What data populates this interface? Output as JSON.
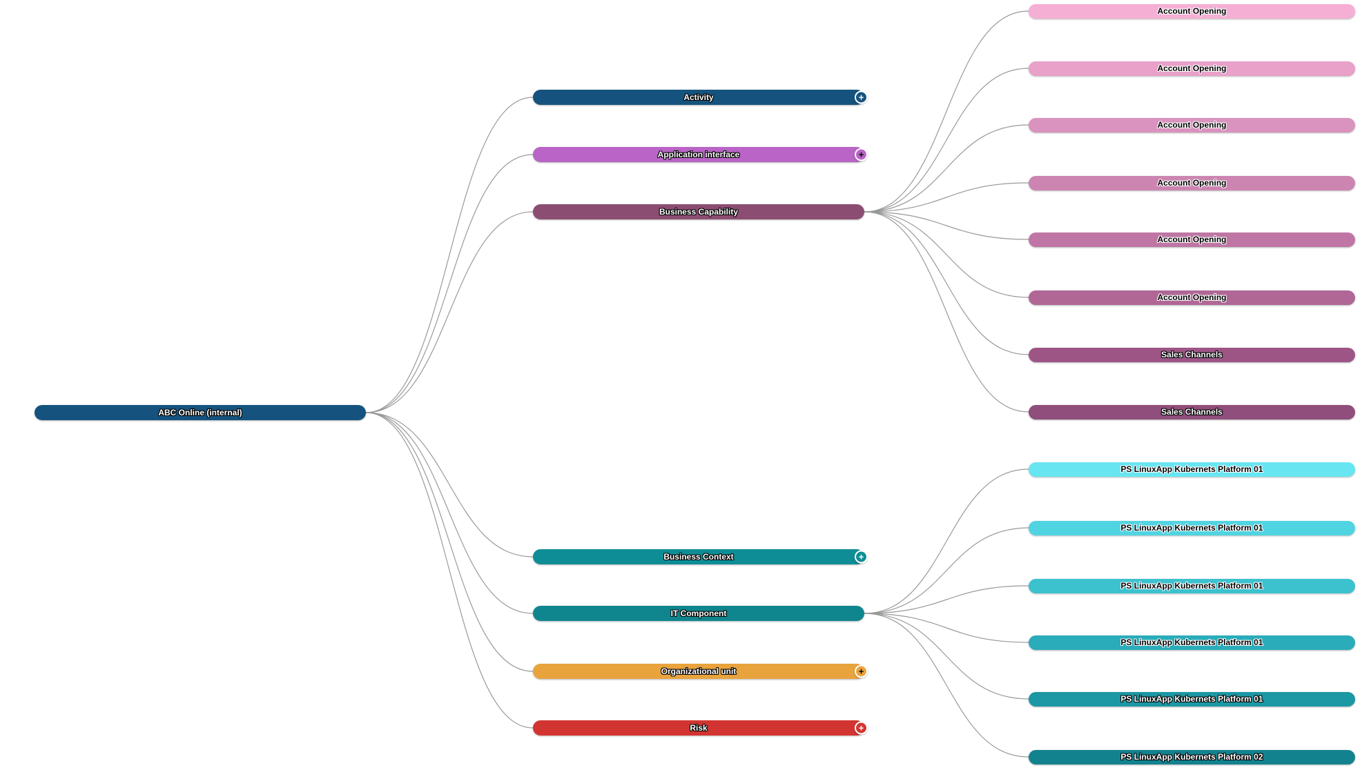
{
  "canvas": {
    "background": "#ffffff",
    "edge_color": "#999999",
    "plus_glyph": "+"
  },
  "diagram": {
    "root": {
      "id": "root",
      "label": "ABC Online (internal)",
      "color": "#15537E",
      "text_style": "light"
    },
    "categories": [
      {
        "id": "activity",
        "label": "Activity",
        "color": "#15537E",
        "text_style": "light",
        "state": "collapsed",
        "plus_color": "#ffffff"
      },
      {
        "id": "application-interface",
        "label": "Application interface",
        "color": "#B964C6",
        "text_style": "light",
        "state": "collapsed",
        "plus_color": "#000000"
      },
      {
        "id": "business-capability",
        "label": "Business Capability",
        "color": "#8C4D72",
        "text_style": "light",
        "state": "expanded"
      },
      {
        "id": "business-context",
        "label": "Business Context",
        "color": "#0E8D96",
        "text_style": "light",
        "state": "collapsed",
        "plus_color": "#ffffff"
      },
      {
        "id": "it-component",
        "label": "IT Component",
        "color": "#0F868E",
        "text_style": "light",
        "state": "expanded"
      },
      {
        "id": "organizational-unit",
        "label": "Organizational unit",
        "color": "#E9A33D",
        "text_style": "light",
        "state": "collapsed",
        "plus_color": "#000000"
      },
      {
        "id": "risk",
        "label": "Risk",
        "color": "#D23531",
        "text_style": "light",
        "state": "collapsed",
        "plus_color": "#ffffff"
      }
    ],
    "children": [
      {
        "label": "Account Opening",
        "color": "#F5AFD5",
        "text_style": "dark",
        "parent": "business-capability"
      },
      {
        "label": "Account Opening",
        "color": "#E9A0C9",
        "text_style": "dark",
        "parent": "business-capability"
      },
      {
        "label": "Account Opening",
        "color": "#D993BE",
        "text_style": "dark",
        "parent": "business-capability"
      },
      {
        "label": "Account Opening",
        "color": "#CC85B1",
        "text_style": "dark",
        "parent": "business-capability"
      },
      {
        "label": "Account Opening",
        "color": "#BF76A4",
        "text_style": "dark",
        "parent": "business-capability"
      },
      {
        "label": "Account Opening",
        "color": "#B06796",
        "text_style": "dark",
        "parent": "business-capability"
      },
      {
        "label": "Sales Channels",
        "color": "#9D5586",
        "text_style": "light",
        "parent": "business-capability"
      },
      {
        "label": "Sales Channels",
        "color": "#8F4E7B",
        "text_style": "light",
        "parent": "business-capability"
      },
      {
        "label": "PS LinuxApp Kubernets Platform 01",
        "color": "#67E6F2",
        "text_style": "dark",
        "parent": "it-component"
      },
      {
        "label": "PS LinuxApp Kubernets Platform 01",
        "color": "#50D4E1",
        "text_style": "dark",
        "parent": "it-component"
      },
      {
        "label": "PS LinuxApp Kubernets Platform 01",
        "color": "#3CC1CE",
        "text_style": "dark",
        "parent": "it-component"
      },
      {
        "label": "PS LinuxApp Kubernets Platform 01",
        "color": "#2AACBA",
        "text_style": "dark",
        "parent": "it-component"
      },
      {
        "label": "PS LinuxApp Kubernets Platform 01",
        "color": "#1C97A4",
        "text_style": "light",
        "parent": "it-component"
      },
      {
        "label": "PS LinuxApp Kubernets Platform 02",
        "color": "#13828F",
        "text_style": "light",
        "parent": "it-component"
      }
    ]
  }
}
